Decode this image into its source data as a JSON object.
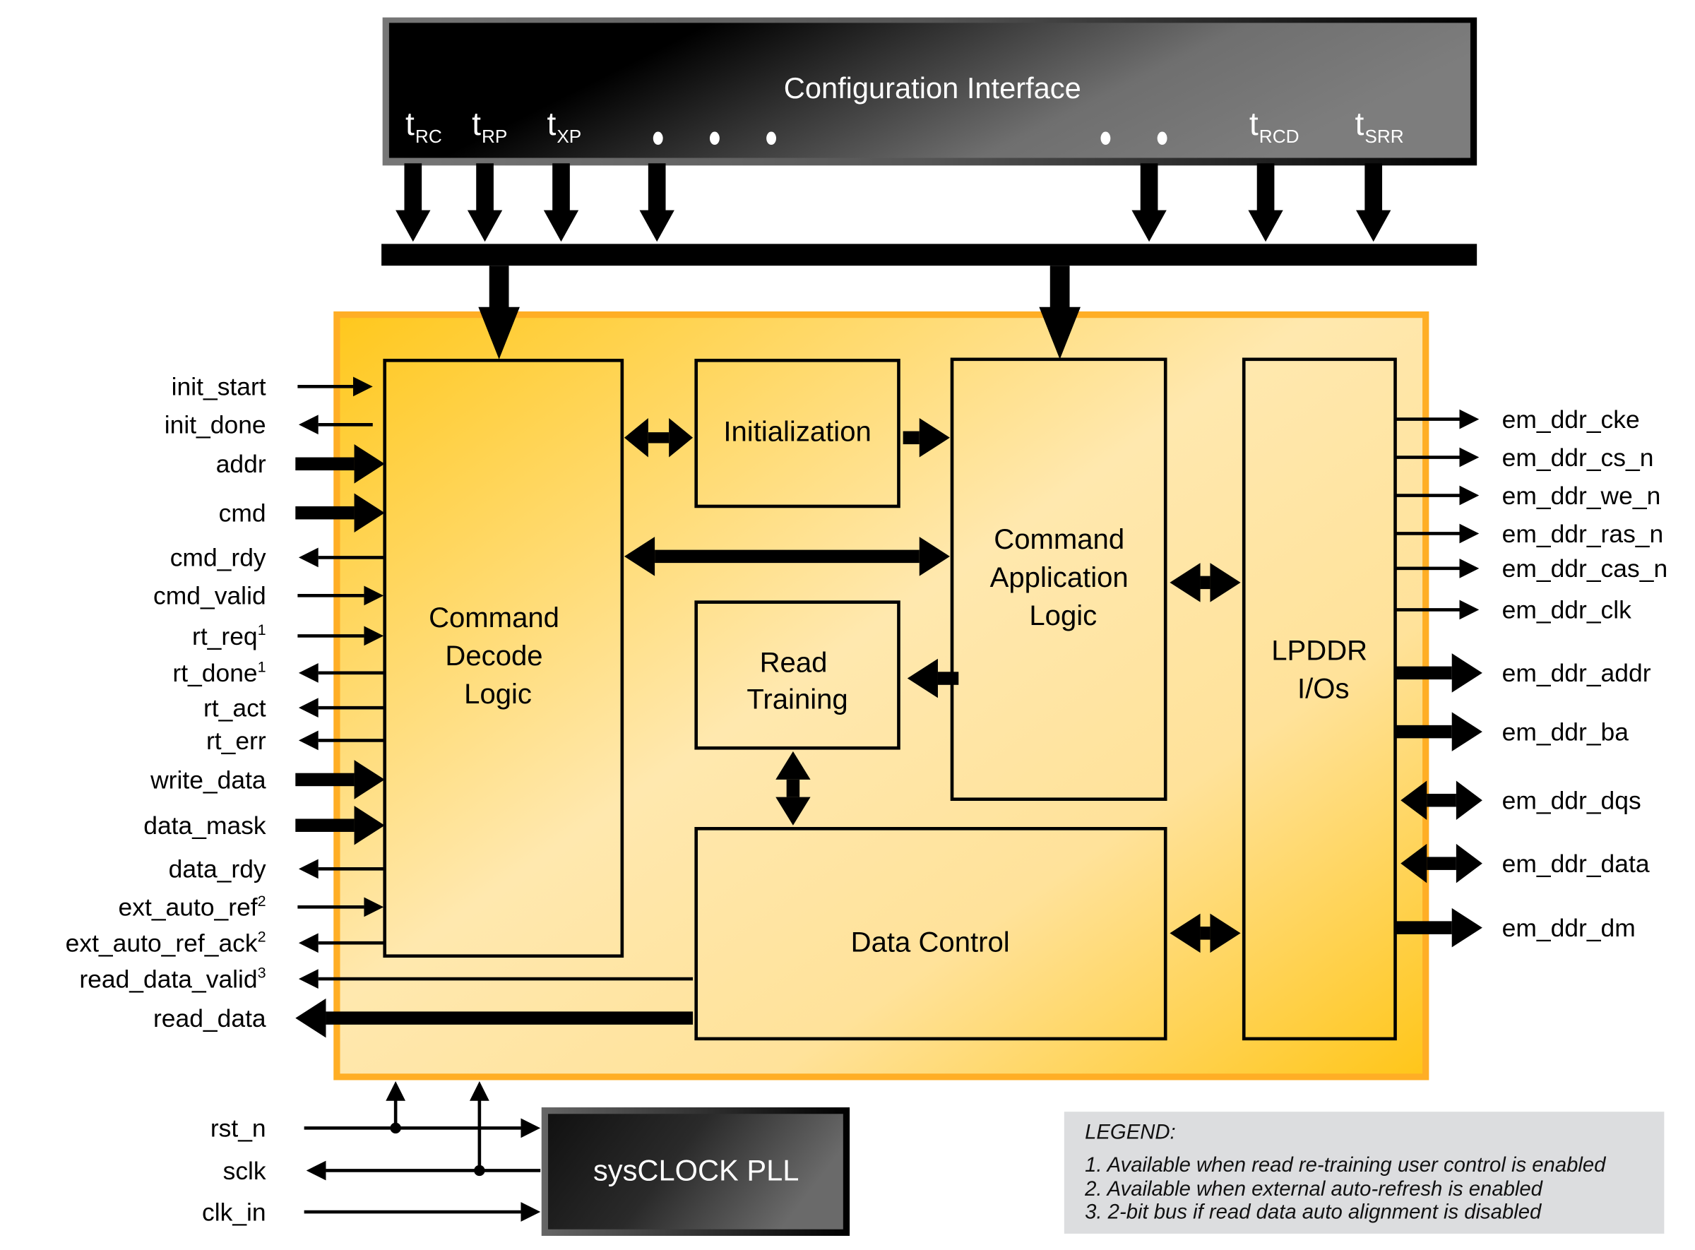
{
  "title": "LPDDR Memory Controller Block Diagram",
  "colors": {
    "core_border": "#FFAE25",
    "core_fill_dark": "#FFC81E",
    "core_fill_light": "#FFE8AE",
    "config_dark": "#000000",
    "config_light": "#7a7a7a",
    "legend_bg": "#DCDDDF"
  },
  "config_interface": {
    "title": "Configuration Interface",
    "params": [
      {
        "sym": "t",
        "sub": "RC"
      },
      {
        "sym": "t",
        "sub": "RP"
      },
      {
        "sym": "t",
        "sub": "XP"
      },
      {
        "sym": "t",
        "sub": "RCD"
      },
      {
        "sym": "t",
        "sub": "SRR"
      }
    ],
    "ellipsis_dots": 5
  },
  "blocks": {
    "command_decode": [
      "Command",
      "Decode",
      "Logic"
    ],
    "initialization": "Initialization",
    "command_application": [
      "Command",
      "Application",
      "Logic"
    ],
    "read_training": [
      "Read",
      "Training"
    ],
    "data_control": "Data Control",
    "lpddr_ios": [
      "LPDDR",
      "I/Os"
    ],
    "pll": "sysCLOCK PLL"
  },
  "left_signals": [
    {
      "name": "init_start",
      "sup": "",
      "dir": "in",
      "bus": false
    },
    {
      "name": "init_done",
      "sup": "",
      "dir": "out",
      "bus": false
    },
    {
      "name": "addr",
      "sup": "",
      "dir": "in",
      "bus": true
    },
    {
      "name": "cmd",
      "sup": "",
      "dir": "in",
      "bus": true
    },
    {
      "name": "cmd_rdy",
      "sup": "",
      "dir": "out",
      "bus": false
    },
    {
      "name": "cmd_valid",
      "sup": "",
      "dir": "in",
      "bus": false
    },
    {
      "name": "rt_req",
      "sup": "1",
      "dir": "in",
      "bus": false
    },
    {
      "name": "rt_done",
      "sup": "1",
      "dir": "out",
      "bus": false
    },
    {
      "name": "rt_act",
      "sup": "",
      "dir": "out",
      "bus": false
    },
    {
      "name": "rt_err",
      "sup": "",
      "dir": "out",
      "bus": false
    },
    {
      "name": "write_data",
      "sup": "",
      "dir": "in",
      "bus": true
    },
    {
      "name": "data_mask",
      "sup": "",
      "dir": "in",
      "bus": true
    },
    {
      "name": "data_rdy",
      "sup": "",
      "dir": "out",
      "bus": false
    },
    {
      "name": "ext_auto_ref",
      "sup": "2",
      "dir": "in",
      "bus": false
    },
    {
      "name": "ext_auto_ref_ack",
      "sup": "2",
      "dir": "out",
      "bus": false
    },
    {
      "name": "read_data_valid",
      "sup": "3",
      "dir": "out",
      "bus": false
    },
    {
      "name": "read_data",
      "sup": "",
      "dir": "out",
      "bus": true
    }
  ],
  "right_signals": [
    {
      "name": "em_ddr_cke",
      "dir": "out",
      "bus": false
    },
    {
      "name": "em_ddr_cs_n",
      "dir": "out",
      "bus": false
    },
    {
      "name": "em_ddr_we_n",
      "dir": "out",
      "bus": false
    },
    {
      "name": "em_ddr_ras_n",
      "dir": "out",
      "bus": false
    },
    {
      "name": "em_ddr_cas_n",
      "dir": "out",
      "bus": false
    },
    {
      "name": "em_ddr_clk",
      "dir": "out",
      "bus": false
    },
    {
      "name": "em_ddr_addr",
      "dir": "out",
      "bus": true
    },
    {
      "name": "em_ddr_ba",
      "dir": "out",
      "bus": true
    },
    {
      "name": "em_ddr_dqs",
      "dir": "bidir",
      "bus": true
    },
    {
      "name": "em_ddr_data",
      "dir": "bidir",
      "bus": true
    },
    {
      "name": "em_ddr_dm",
      "dir": "out",
      "bus": true
    }
  ],
  "clock_signals": [
    {
      "name": "rst_n",
      "dir": "in"
    },
    {
      "name": "sclk",
      "dir": "out"
    },
    {
      "name": "clk_in",
      "dir": "in"
    }
  ],
  "legend": {
    "title": "LEGEND:",
    "items": [
      "1. Available when read re-training user control is enabled",
      "2. Available when external auto-refresh is enabled",
      "3. 2-bit bus if read data auto alignment is disabled"
    ]
  }
}
